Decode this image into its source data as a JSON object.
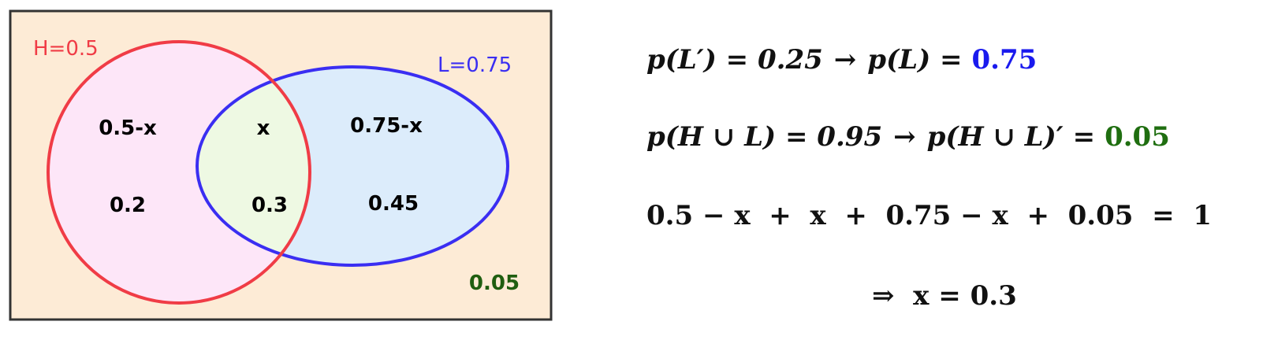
{
  "venn": {
    "colors": {
      "background": "#fdebd6",
      "border": "#333333",
      "h_stroke": "#f03c46",
      "h_fill": "#fde6f8",
      "l_stroke": "#3a2ef2",
      "l_fill": "#dcecfb",
      "overlap_fill": "#eef9e3",
      "h_label": "#f03c46",
      "l_label": "#3a2ef2",
      "outside_label": "#1f5e10"
    },
    "h_label": "H=0.5",
    "l_label": "L=0.75",
    "region_h_only_expr": "0.5-x",
    "region_both_expr": "x",
    "region_l_only_expr": "0.75-x",
    "region_h_only_value": "0.2",
    "region_both_value": "0.3",
    "region_l_only_value": "0.45",
    "outside_value": "0.05"
  },
  "equations": {
    "line1": {
      "lhs": "p(L′) = 0.25",
      "arrow": "→",
      "rhs": "p(L) =",
      "value": "0.75",
      "value_color": "#1a1aee"
    },
    "line2": {
      "lhs": "p(H ∪ L) = 0.95",
      "arrow": "→",
      "rhs": "p(H ∪ L)′ =",
      "value": "0.05",
      "value_color": "#1f6e10"
    },
    "line3": "0.5 − x  +  x  +  0.75 − x  +  0.05  =  1",
    "line4": "⇒  x = 0.3"
  }
}
